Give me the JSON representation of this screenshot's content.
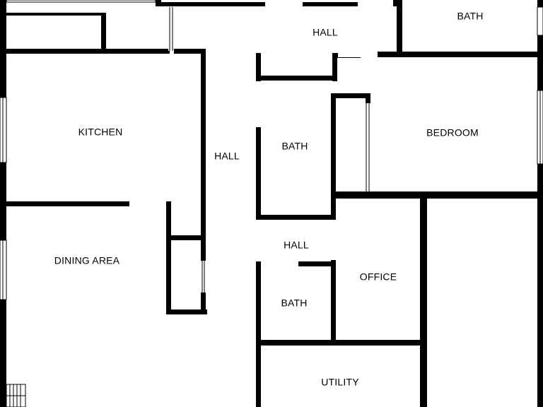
{
  "plan": {
    "wall_color": "#000000",
    "background_color": "#ffffff",
    "rooms": [
      {
        "key": "bath_top",
        "label": "BATH"
      },
      {
        "key": "hall_top",
        "label": "HALL"
      },
      {
        "key": "kitchen",
        "label": "KITCHEN"
      },
      {
        "key": "hall_mid",
        "label": "HALL"
      },
      {
        "key": "bath_mid",
        "label": "BATH"
      },
      {
        "key": "bedroom",
        "label": "BEDROOM"
      },
      {
        "key": "hall_lower",
        "label": "HALL"
      },
      {
        "key": "dining",
        "label": "DINING AREA"
      },
      {
        "key": "office",
        "label": "OFFICE"
      },
      {
        "key": "bath_lower",
        "label": "BATH"
      },
      {
        "key": "utility",
        "label": "UTILITY"
      }
    ]
  }
}
